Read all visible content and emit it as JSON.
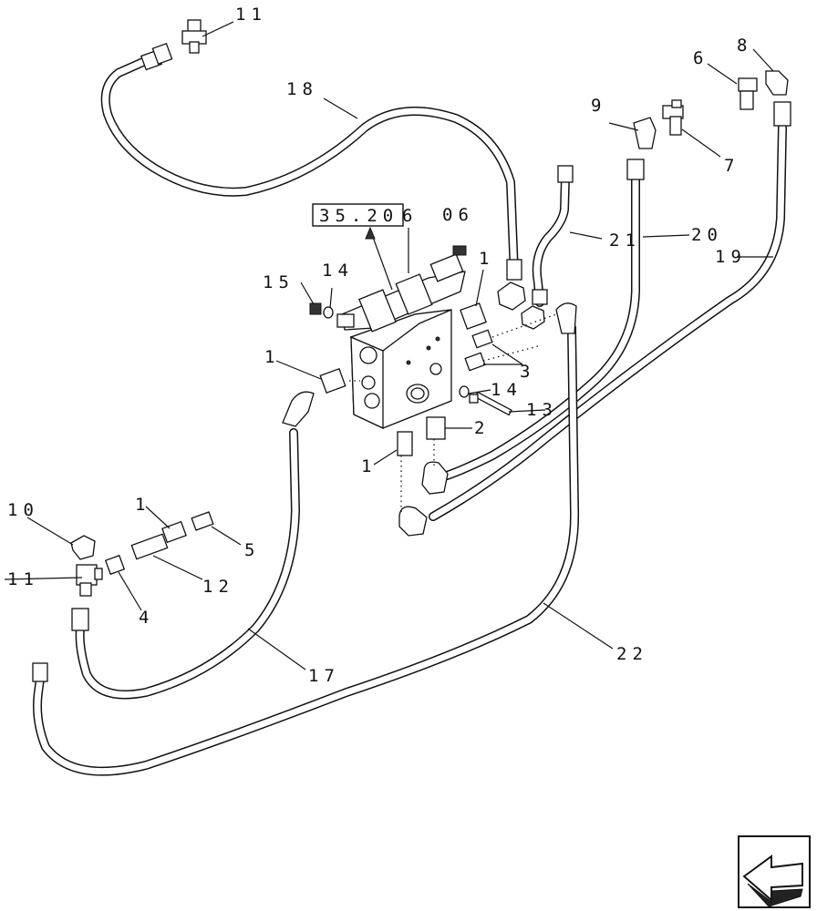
{
  "reference_box": {
    "text": "35.20"
  },
  "reference_suffix": "06",
  "callouts": {
    "c1a": "1",
    "c1b": "1",
    "c1c": "1",
    "c1d": "1",
    "c2": "2",
    "c3": "3",
    "c4": "4",
    "c5": "5",
    "c6": "6",
    "c6b": "6",
    "c7": "7",
    "c8": "8",
    "c9": "9",
    "c10": "10",
    "c11a": "11",
    "c11b": "11",
    "c12": "12",
    "c13": "13",
    "c14a": "14",
    "c14b": "14",
    "c15": "15",
    "c17": "17",
    "c18": "18",
    "c19": "19",
    "c20": "20",
    "c21": "21",
    "c22": "22"
  },
  "icons": {
    "corner": "direction-arrow-icon"
  }
}
